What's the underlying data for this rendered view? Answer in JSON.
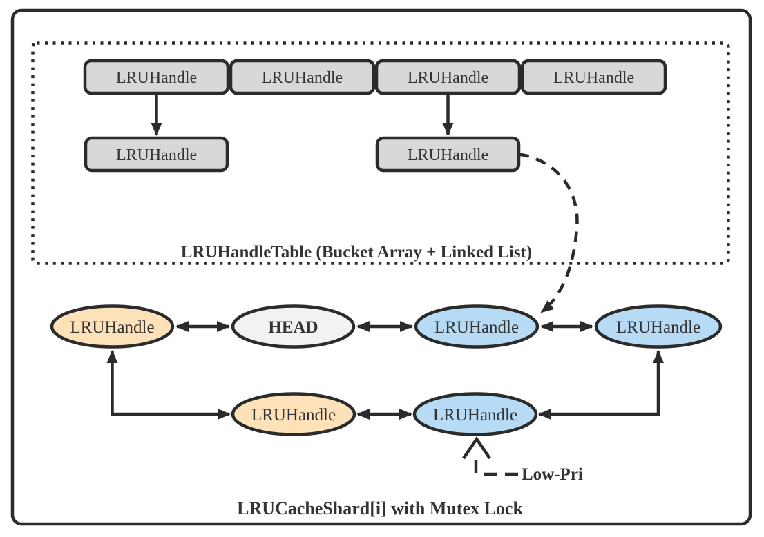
{
  "diagram": {
    "hash_table": {
      "caption": "LRUHandleTable (Bucket Array + Linked List)",
      "buckets": [
        "LRUHandle",
        "LRUHandle",
        "LRUHandle",
        "LRUHandle"
      ],
      "chained": [
        "LRUHandle",
        "LRUHandle"
      ]
    },
    "lru_list": {
      "row1": [
        "LRUHandle",
        "HEAD",
        "LRUHandle",
        "LRUHandle"
      ],
      "row2": [
        "LRUHandle",
        "LRUHandle"
      ],
      "low_pri_label": "Low-Pri"
    },
    "caption": "LRUCacheShard[i] with Mutex Lock",
    "colors": {
      "stroke": "#2b2b2b",
      "text": "#333333",
      "bucket_fill": "#d8d8d8",
      "head_fill": "#f2f2f2",
      "high_pri_fill": "#fde1b8",
      "low_pri_fill": "#b7dbf4"
    }
  }
}
